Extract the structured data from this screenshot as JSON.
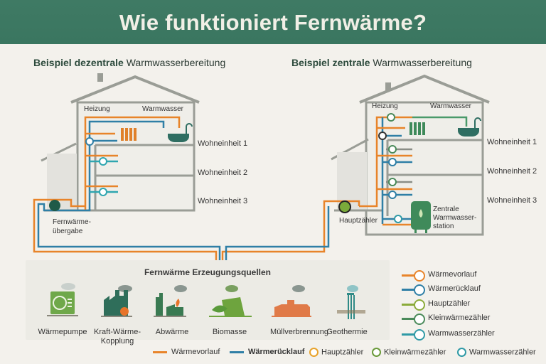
{
  "header": {
    "title": "Wie funktioniert Fernwärme?"
  },
  "colors": {
    "header_bg": "#3d7862",
    "vorlauf": "#e8842a",
    "ruecklauf": "#2f7fa6",
    "hauptzaehler": "#8bab3a",
    "kleinwaermezaehler": "#4a8a5a",
    "warmwasserzaehler": "#2f9aa6",
    "house": "#9a9d96",
    "fixture": "#2f6e62"
  },
  "left": {
    "subtitle_bold": "Beispiel dezentrale",
    "subtitle_rest": "Warmwasserbereitung",
    "heizung": "Heizung",
    "warmwasser": "Warmwasser",
    "units": [
      "Wohneinheit 1",
      "Wohneinheit 2",
      "Wohneinheit 3"
    ],
    "transfer_line1": "Fernwärme-",
    "transfer_line2": "übergabe"
  },
  "right": {
    "subtitle_bold": "Beispiel zentrale",
    "subtitle_rest": "Warmwasserbereitung",
    "heizung": "Heizung",
    "warmwasser": "Warmwasser",
    "units": [
      "Wohneinheit 1",
      "Wohneinheit 2",
      "Wohneinheit 3"
    ],
    "main_meter": "Hauptzähler",
    "station_line1": "Zentrale",
    "station_line2": "Warmwasser-",
    "station_line3": "station"
  },
  "sources": {
    "title": "Fernwärme Erzeugungsquellen",
    "items": [
      {
        "label": "Wärmepumpe",
        "icon": "heat-pump-icon"
      },
      {
        "label": "Kraft-Wärme-Kopplung",
        "line1": "Kraft-Wärme-",
        "line2": "Kopplung",
        "icon": "chp-plant-icon"
      },
      {
        "label": "Abwärme",
        "icon": "waste-heat-icon"
      },
      {
        "label": "Biomasse",
        "icon": "biomass-icon"
      },
      {
        "label": "Müllverbrennung",
        "icon": "incineration-icon"
      },
      {
        "label": "Geothermie",
        "icon": "geothermal-icon"
      }
    ]
  },
  "legend_right": [
    {
      "label": "Wärmevorlauf",
      "color": "#e8842a"
    },
    {
      "label": "Wärmerücklauf",
      "color": "#2f7fa6"
    },
    {
      "label": "Hauptzähler",
      "color": "#8bab3a"
    },
    {
      "label": "Kleinwärmezähler",
      "color": "#4a8a5a"
    },
    {
      "label": "Warmwasserzähler",
      "color": "#2f9aa6"
    }
  ],
  "legend_bottom": [
    {
      "label": "Wärmevorlauf",
      "color": "#e8842a"
    },
    {
      "label": "Wärmerücklauf",
      "color": "#2f7fa6"
    },
    {
      "label": "Hauptzähler",
      "color": "#e8a22a"
    },
    {
      "label": "Kleinwärmezähler",
      "color": "#6a9a3a"
    },
    {
      "label": "Warmwasserzähler",
      "color": "#2f9aa6"
    }
  ]
}
